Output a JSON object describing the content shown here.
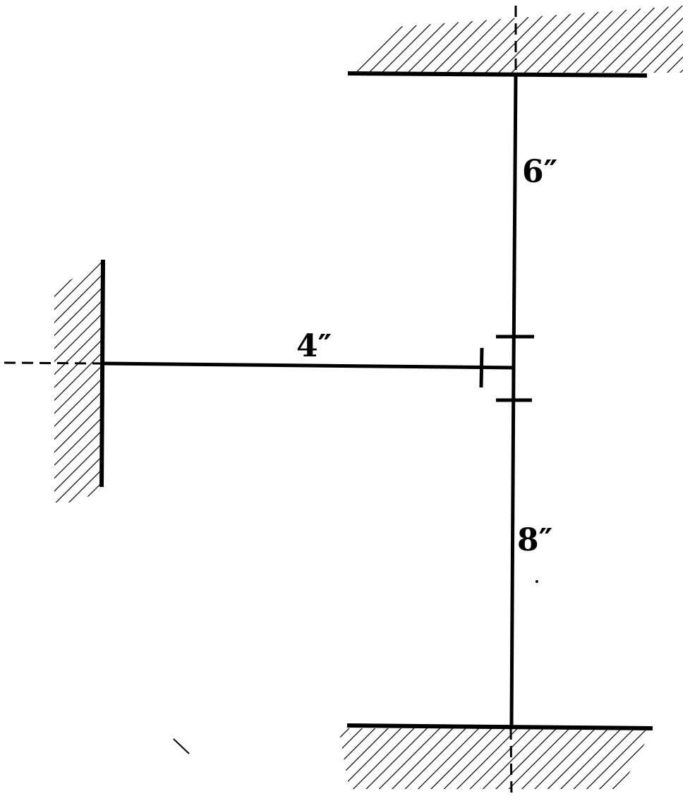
{
  "diagram": {
    "ink_color": "#000000",
    "background_color": "#ffffff",
    "labels": {
      "upper_member_length": "6″",
      "horizontal_member_length": "4″",
      "lower_member_length": "8″"
    }
  }
}
